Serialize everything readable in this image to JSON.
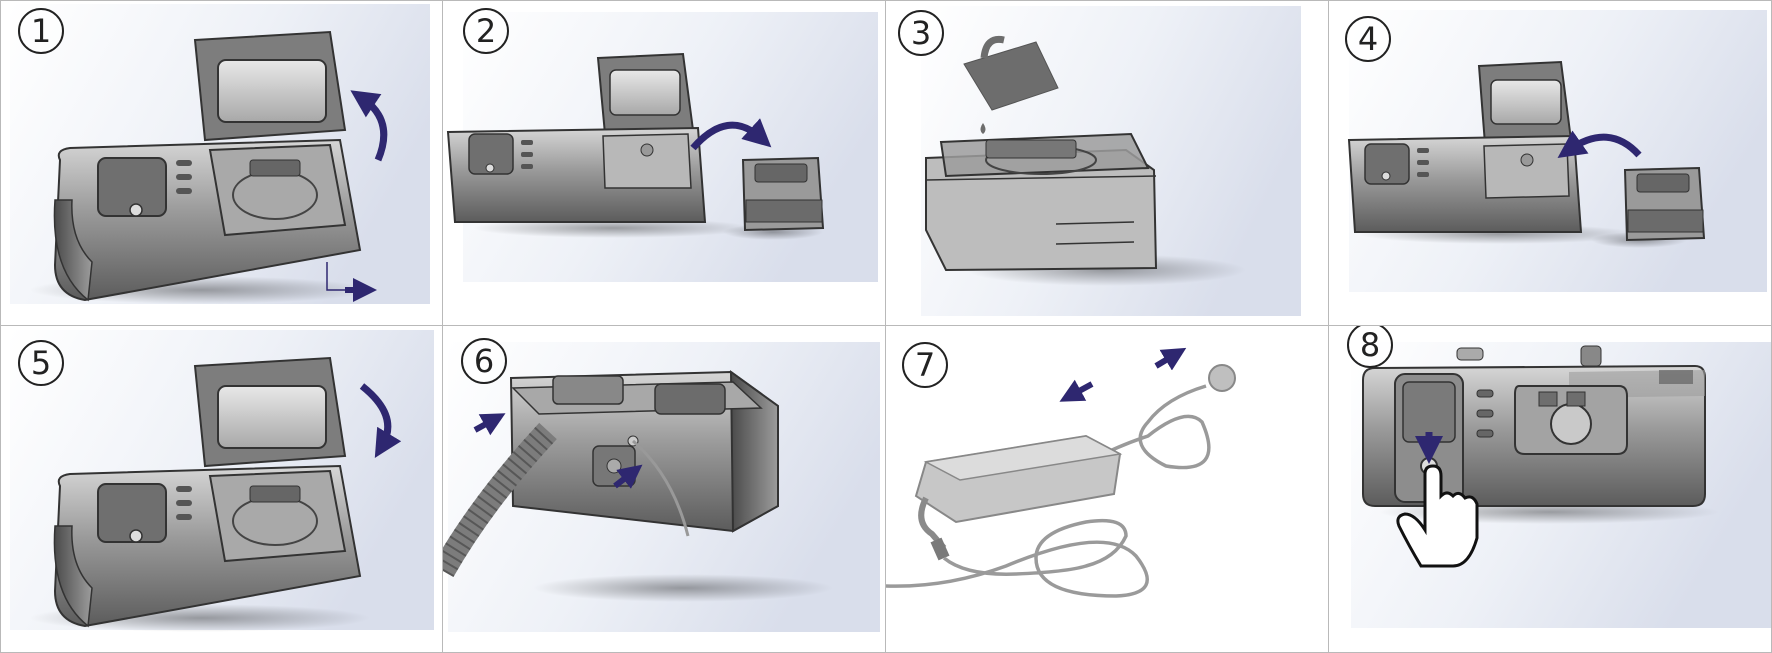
{
  "steps": [
    {
      "number": "1",
      "icon": "open-lid-illustration"
    },
    {
      "number": "2",
      "icon": "remove-chamber-illustration"
    },
    {
      "number": "3",
      "icon": "fill-water-illustration"
    },
    {
      "number": "4",
      "icon": "insert-chamber-illustration"
    },
    {
      "number": "5",
      "icon": "close-lid-illustration"
    },
    {
      "number": "6",
      "icon": "connect-tube-illustration"
    },
    {
      "number": "7",
      "icon": "power-adapter-illustration"
    },
    {
      "number": "8",
      "icon": "press-power-button-illustration"
    }
  ],
  "colors": {
    "arrow": "#2e2770",
    "device": "#8f8f8f",
    "device_dark": "#555555",
    "background_tint": "#dde2ee",
    "divider": "#b9b9b9"
  }
}
